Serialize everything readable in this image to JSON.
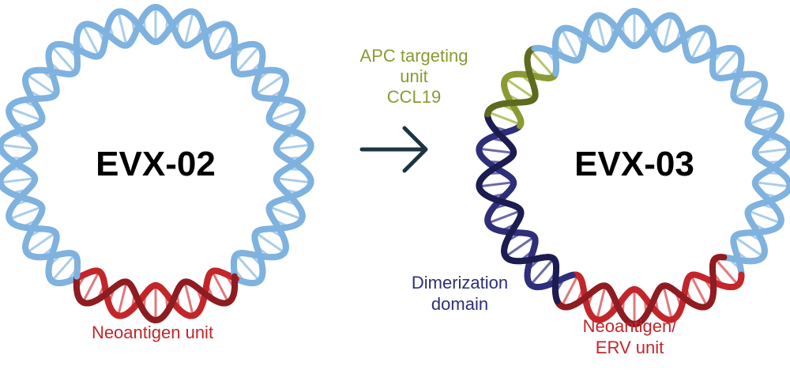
{
  "colors": {
    "backbone": "#7fb2df",
    "backbone_rung": "#a9cdeb",
    "neoantigen": "#c3262a",
    "neoantigen_dark": "#8f1c20",
    "apc": "#8c9a33",
    "apc_dark": "#5e6a1f",
    "dimer": "#2e2e7a",
    "dimer_dark": "#1c1c52",
    "arrow": "#1d3540"
  },
  "left_plasmid": {
    "title": "EVX-02",
    "neoantigen_label": "Neoantigen unit"
  },
  "arrow": {
    "label_lines": [
      "APC targeting",
      "unit",
      "CCL19"
    ]
  },
  "right_plasmid": {
    "title": "EVX-03",
    "dimerization_label_lines": [
      "Dimerization",
      "domain"
    ],
    "neoantigen_label_lines": [
      "Neoantigen/",
      "ERV unit"
    ]
  }
}
